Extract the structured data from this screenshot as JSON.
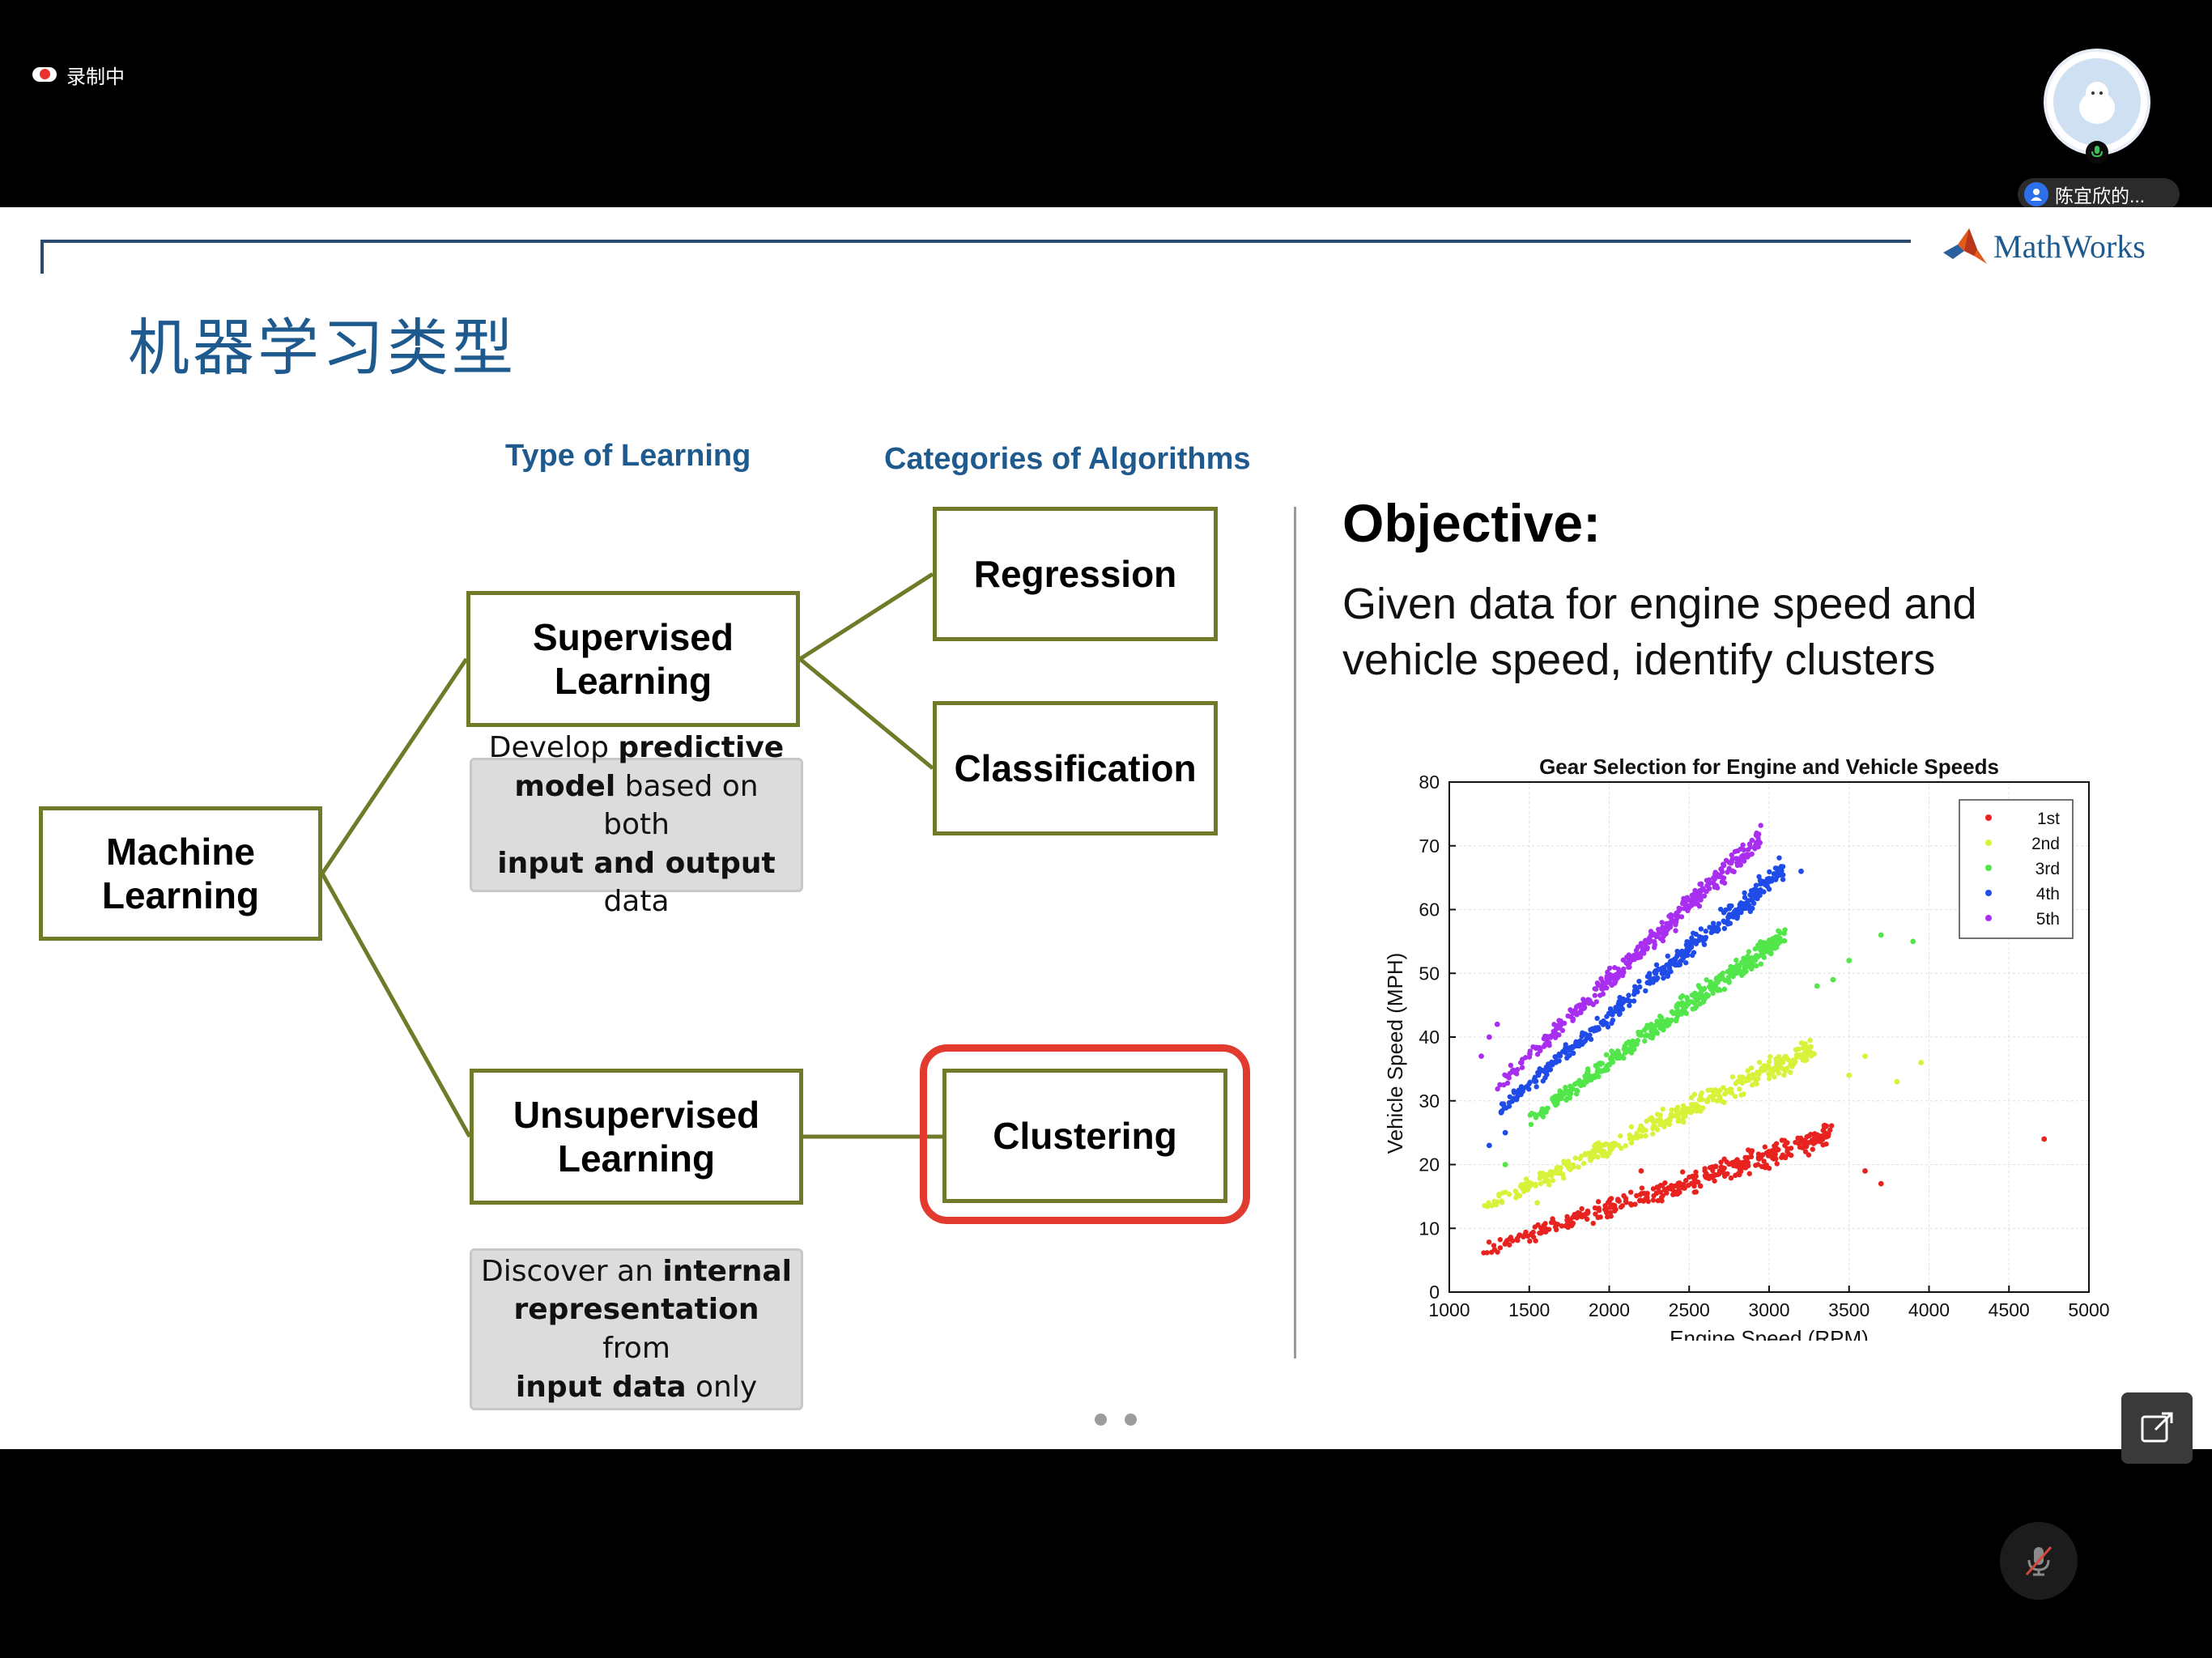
{
  "meeting": {
    "recording_label": "录制中",
    "participant_name": "陈宜欣的..."
  },
  "slide": {
    "logo_text": "MathWorks",
    "title": "机器学习类型",
    "col_type_heading": "Type of Learning",
    "col_category_heading": "Categories of Algorithms",
    "nodes": {
      "machine_learning": "Machine\nLearning",
      "supervised": "Supervised\nLearning",
      "unsupervised": "Unsupervised\nLearning",
      "regression": "Regression",
      "classification": "Classification",
      "clustering": "Clustering"
    },
    "supervised_desc": {
      "p1": "Develop ",
      "b1": "predictive",
      "b2": "model",
      "p2": " based on both ",
      "b3": "input and output",
      "p3": " data"
    },
    "unsupervised_desc": {
      "p1": "Discover an ",
      "b1": "internal",
      "b2": "representation",
      "p2": " from ",
      "b3": "input data",
      "p3": " only"
    },
    "objective_title": "Objective:",
    "objective_text": "Given data for engine speed and vehicle speed, identify clusters",
    "colors": {
      "accent": "#1f5a8e",
      "node_border": "#707a28",
      "highlight": "#e23a2f"
    }
  },
  "chart_data": {
    "type": "scatter",
    "title": "Gear Selection for Engine and Vehicle Speeds",
    "xlabel": "Engine Speed (RPM)",
    "ylabel": "Vehicle Speed (MPH)",
    "xlim": [
      1000,
      5000
    ],
    "ylim": [
      0,
      80
    ],
    "xticks": [
      1000,
      1500,
      2000,
      2500,
      3000,
      3500,
      4000,
      4500,
      5000
    ],
    "yticks": [
      0,
      10,
      20,
      30,
      40,
      50,
      60,
      70,
      80
    ],
    "grid": true,
    "legend_position": "top-right",
    "series": [
      {
        "name": "1st",
        "color": "#e8231f",
        "rpm_range": [
          1200,
          3400
        ],
        "slope": 0.0083,
        "intercept": -3.4,
        "count": 380,
        "points": [
          [
            4720,
            24
          ],
          [
            2200,
            19
          ],
          [
            3600,
            19
          ],
          [
            3700,
            17
          ],
          [
            1650,
            11
          ]
        ]
      },
      {
        "name": "2nd",
        "color": "#d8f23a",
        "rpm_range": [
          1200,
          3300
        ],
        "slope": 0.0121,
        "intercept": -1.5,
        "count": 380,
        "points": [
          [
            3600,
            37
          ],
          [
            3800,
            33
          ],
          [
            3950,
            36
          ],
          [
            3500,
            34
          ],
          [
            1550,
            14
          ]
        ]
      },
      {
        "name": "3rd",
        "color": "#52e64a",
        "rpm_range": [
          1500,
          3100
        ],
        "slope": 0.0182,
        "intercept": -0.3,
        "count": 420,
        "points": [
          [
            3900,
            55
          ],
          [
            3700,
            56
          ],
          [
            3500,
            52
          ],
          [
            3400,
            49
          ],
          [
            3300,
            48
          ],
          [
            1350,
            20
          ]
        ]
      },
      {
        "name": "4th",
        "color": "#1f4be8",
        "rpm_range": [
          1300,
          3100
        ],
        "slope": 0.0213,
        "intercept": 0.6,
        "count": 380,
        "points": [
          [
            3200,
            66
          ],
          [
            1350,
            25
          ],
          [
            1250,
            23
          ]
        ]
      },
      {
        "name": "5th",
        "color": "#a92ff0",
        "rpm_range": [
          1300,
          2950
        ],
        "slope": 0.0238,
        "intercept": 1.3,
        "count": 360,
        "points": [
          [
            1250,
            40
          ],
          [
            1200,
            37
          ],
          [
            1300,
            42
          ]
        ]
      }
    ]
  }
}
